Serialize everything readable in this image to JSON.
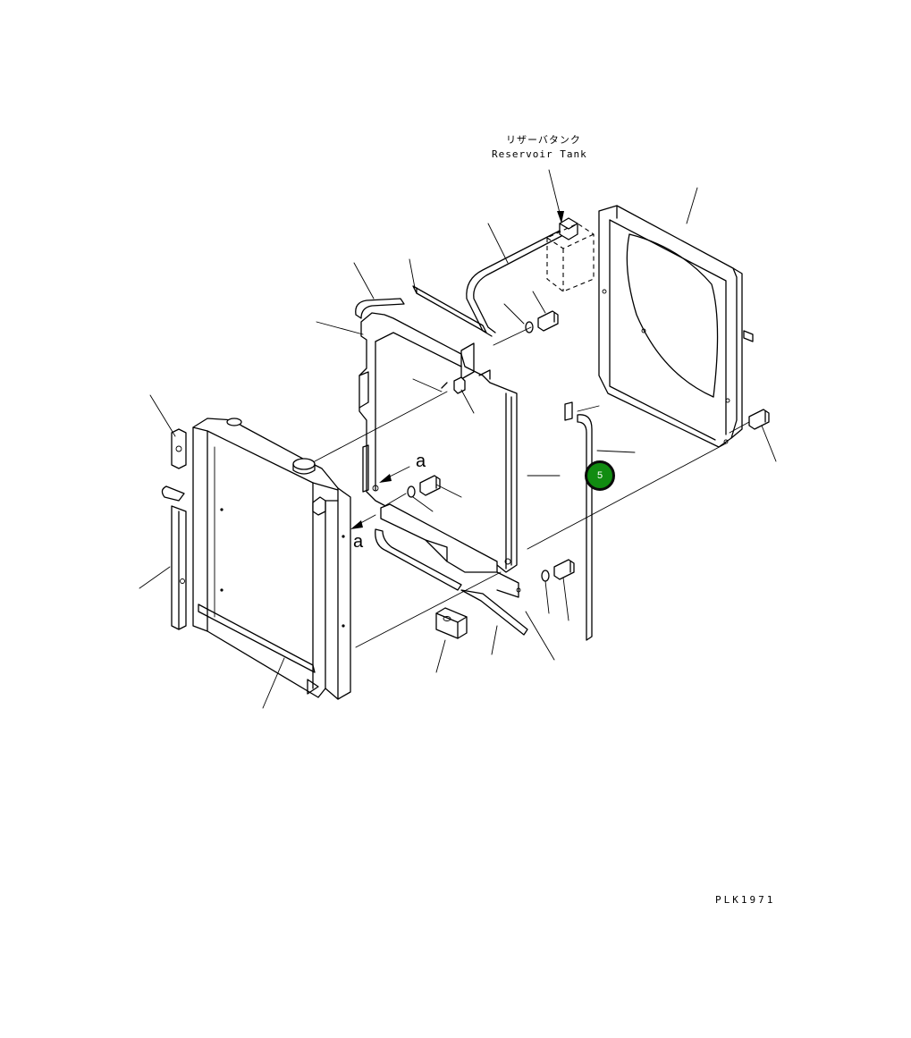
{
  "reservoir_label": {
    "jp": "リザーバタンク",
    "en": "Reservoir Tank"
  },
  "view_marks": [
    "a",
    "a"
  ],
  "callout": {
    "number": "5",
    "fill_color": "#118c11",
    "border_color": "#0b0b0b"
  },
  "drawing_id": "PLK1971"
}
